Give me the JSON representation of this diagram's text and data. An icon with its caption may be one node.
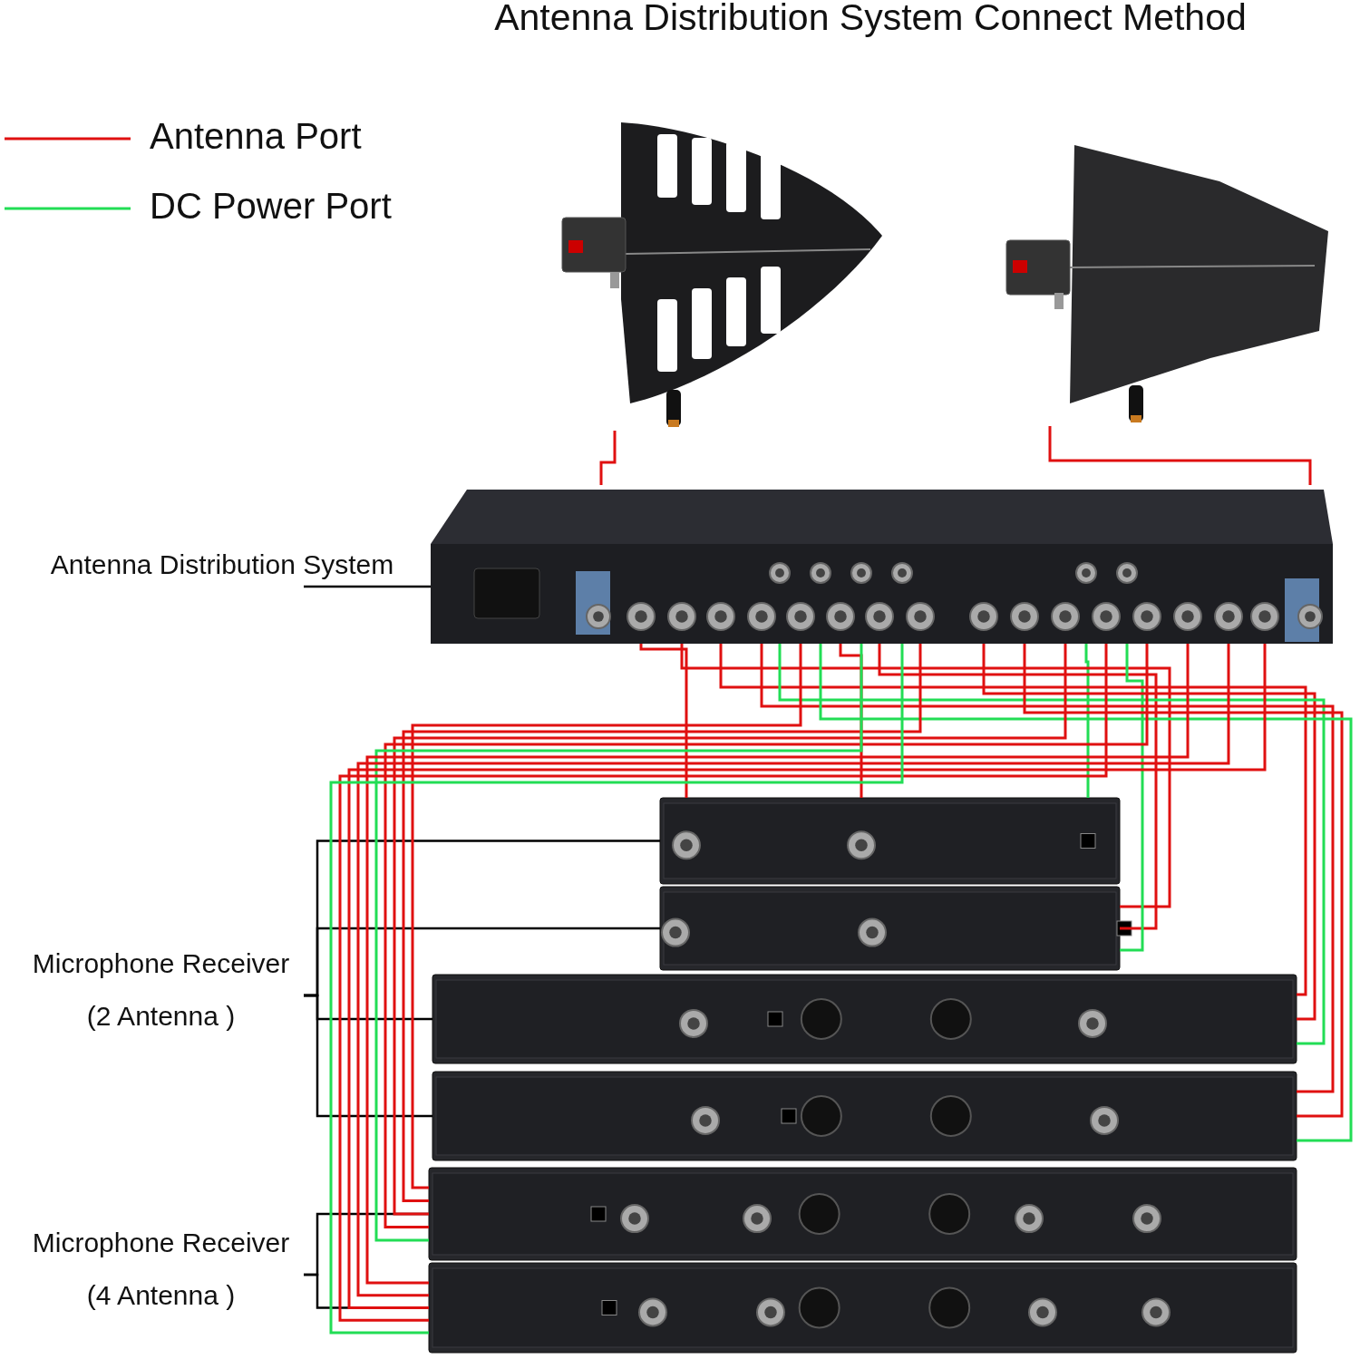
{
  "diagram": {
    "title": "Antenna Distribution System Connect Method",
    "nodes": [
      {
        "text": [],
        "shape": "picture"
      },
      {
        "text": [],
        "shape": "picture"
      },
      {
        "text": [
          "Antenna Distribution System"
        ]
      },
      {
        "text": [],
        "shape": "picture"
      },
      {
        "text": [
          "Microphone Receiver (2 Antenna )"
        ]
      },
      {
        "text": [],
        "shape": "picture"
      },
      {
        "text": [],
        "shape": "picture"
      },
      {
        "text": [],
        "shape": "picture"
      },
      {
        "text": [],
        "shape": "picture"
      },
      {
        "text": [
          "Microphone Receiver (4 Antenna )"
        ]
      },
      {
        "text": [],
        "shape": "picture"
      },
      {
        "text": [],
        "shape": "picture"
      }
    ],
    "edges": [
      {
        "from": 0,
        "to": 3,
        "arrow": "none"
      },
      {
        "from": 1,
        "to": 3,
        "arrow": "none"
      },
      {
        "from": 2,
        "to": 3,
        "arrow": "none",
        "color": "#000000"
      },
      {
        "from": 4,
        "to": 5,
        "arrow": "none",
        "color": "#000000"
      },
      {
        "from": 4,
        "to": 6,
        "arrow": "none",
        "color": "#000000"
      },
      {
        "from": 4,
        "to": 7,
        "arrow": "none",
        "color": "#000000"
      },
      {
        "from": 4,
        "to": 8,
        "arrow": "none",
        "color": "#000000"
      },
      {
        "from": 9,
        "to": 10,
        "arrow": "none",
        "color": "#000000"
      },
      {
        "from": 9,
        "to": 11,
        "arrow": "none",
        "color": "#000000"
      },
      {
        "from": 3,
        "to": 5,
        "arrow": "none"
      },
      {
        "from": 3,
        "to": 5,
        "arrow": "none"
      },
      {
        "from": 3,
        "to": 5,
        "arrow": "none",
        "color": "#22dd55"
      },
      {
        "from": 3,
        "to": 6,
        "arrow": "none"
      },
      {
        "from": 3,
        "to": 6,
        "arrow": "none"
      },
      {
        "from": 3,
        "to": 6,
        "arrow": "none",
        "color": "#22dd55"
      },
      {
        "from": 3,
        "to": 7,
        "arrow": "none"
      },
      {
        "from": 3,
        "to": 7,
        "arrow": "none"
      },
      {
        "from": 3,
        "to": 7,
        "arrow": "none",
        "color": "#22dd55"
      },
      {
        "from": 3,
        "to": 8,
        "arrow": "none"
      },
      {
        "from": 3,
        "to": 8,
        "arrow": "none"
      },
      {
        "from": 3,
        "to": 8,
        "arrow": "none",
        "color": "#22dd55"
      },
      {
        "from": 3,
        "to": 10,
        "arrow": "none"
      },
      {
        "from": 3,
        "to": 10,
        "arrow": "none"
      },
      {
        "from": 3,
        "to": 10,
        "arrow": "none"
      },
      {
        "from": 3,
        "to": 10,
        "arrow": "none"
      },
      {
        "from": 3,
        "to": 10,
        "arrow": "none",
        "color": "#22dd55"
      },
      {
        "from": 3,
        "to": 11,
        "arrow": "none"
      },
      {
        "from": 3,
        "to": 11,
        "arrow": "none"
      },
      {
        "from": 3,
        "to": 11,
        "arrow": "none"
      },
      {
        "from": 3,
        "to": 11,
        "arrow": "none"
      },
      {
        "from": 3,
        "to": 11,
        "arrow": "none",
        "color": "#22dd55"
      }
    ],
    "legend": [
      {
        "text": "Antenna Port",
        "color": "#e01010"
      },
      {
        "text": "DC Power Port",
        "color": "#22dd55"
      }
    ]
  }
}
